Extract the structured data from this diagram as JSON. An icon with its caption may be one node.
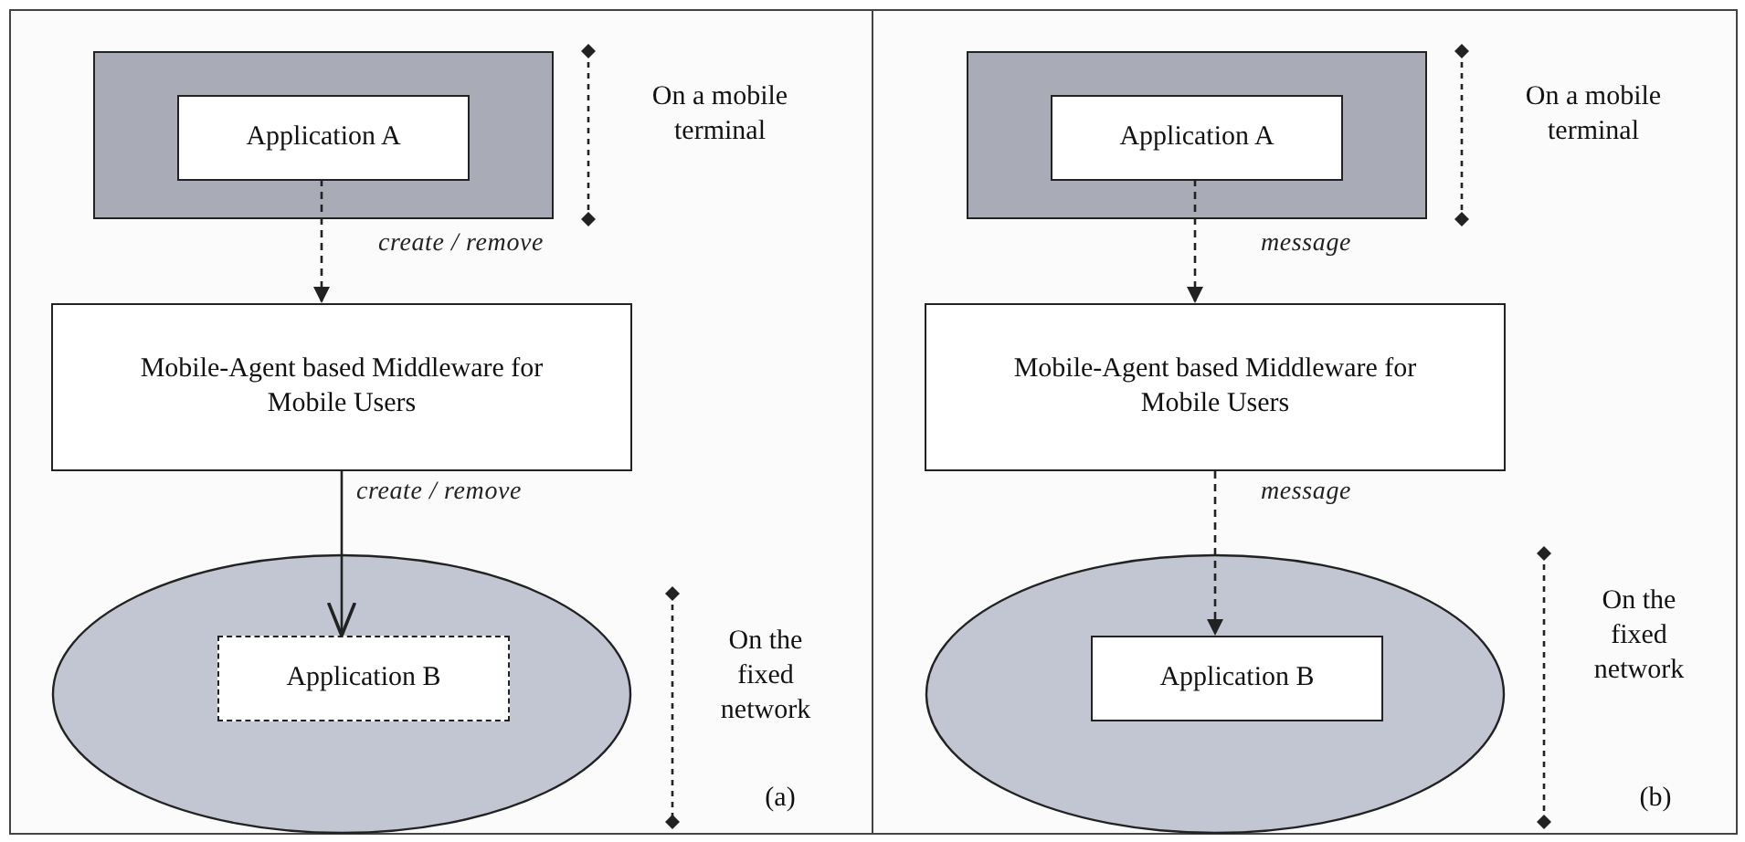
{
  "diagram": {
    "nodes": [
      {
        "text": [],
        "shape": "box"
      },
      {
        "text": [
          "Application A"
        ],
        "in": 0
      },
      {
        "text": [
          "Mobile-Agent based Middleware for  Mobile Users"
        ]
      },
      {
        "text": [],
        "shape": "ellipse"
      },
      {
        "text": [
          "Application B"
        ],
        "in": 3
      },
      {
        "text": [],
        "shape": "box"
      },
      {
        "text": [
          "Application A"
        ],
        "in": 5
      },
      {
        "text": [
          "Mobile-Agent based Middleware for  Mobile Users"
        ]
      },
      {
        "text": [],
        "shape": "ellipse"
      },
      {
        "text": [
          "Application B"
        ],
        "in": 8
      }
    ],
    "edges": [
      {
        "from": 1,
        "to": 2,
        "arrow": "to",
        "label": "create / remove",
        "style": "dashed"
      },
      {
        "from": 2,
        "to": 4,
        "arrow": "to",
        "label": "create / remove"
      },
      {
        "from": 6,
        "to": 7,
        "arrow": "to",
        "label": "message",
        "style": "dashed"
      },
      {
        "from": 7,
        "to": 9,
        "arrow": "to",
        "label": "message",
        "style": "dashed"
      }
    ],
    "labels": [
      "On a mobile terminal",
      "On the fixed network",
      "(a)",
      "On a mobile terminal",
      "On the fixed network",
      "(b)"
    ]
  }
}
